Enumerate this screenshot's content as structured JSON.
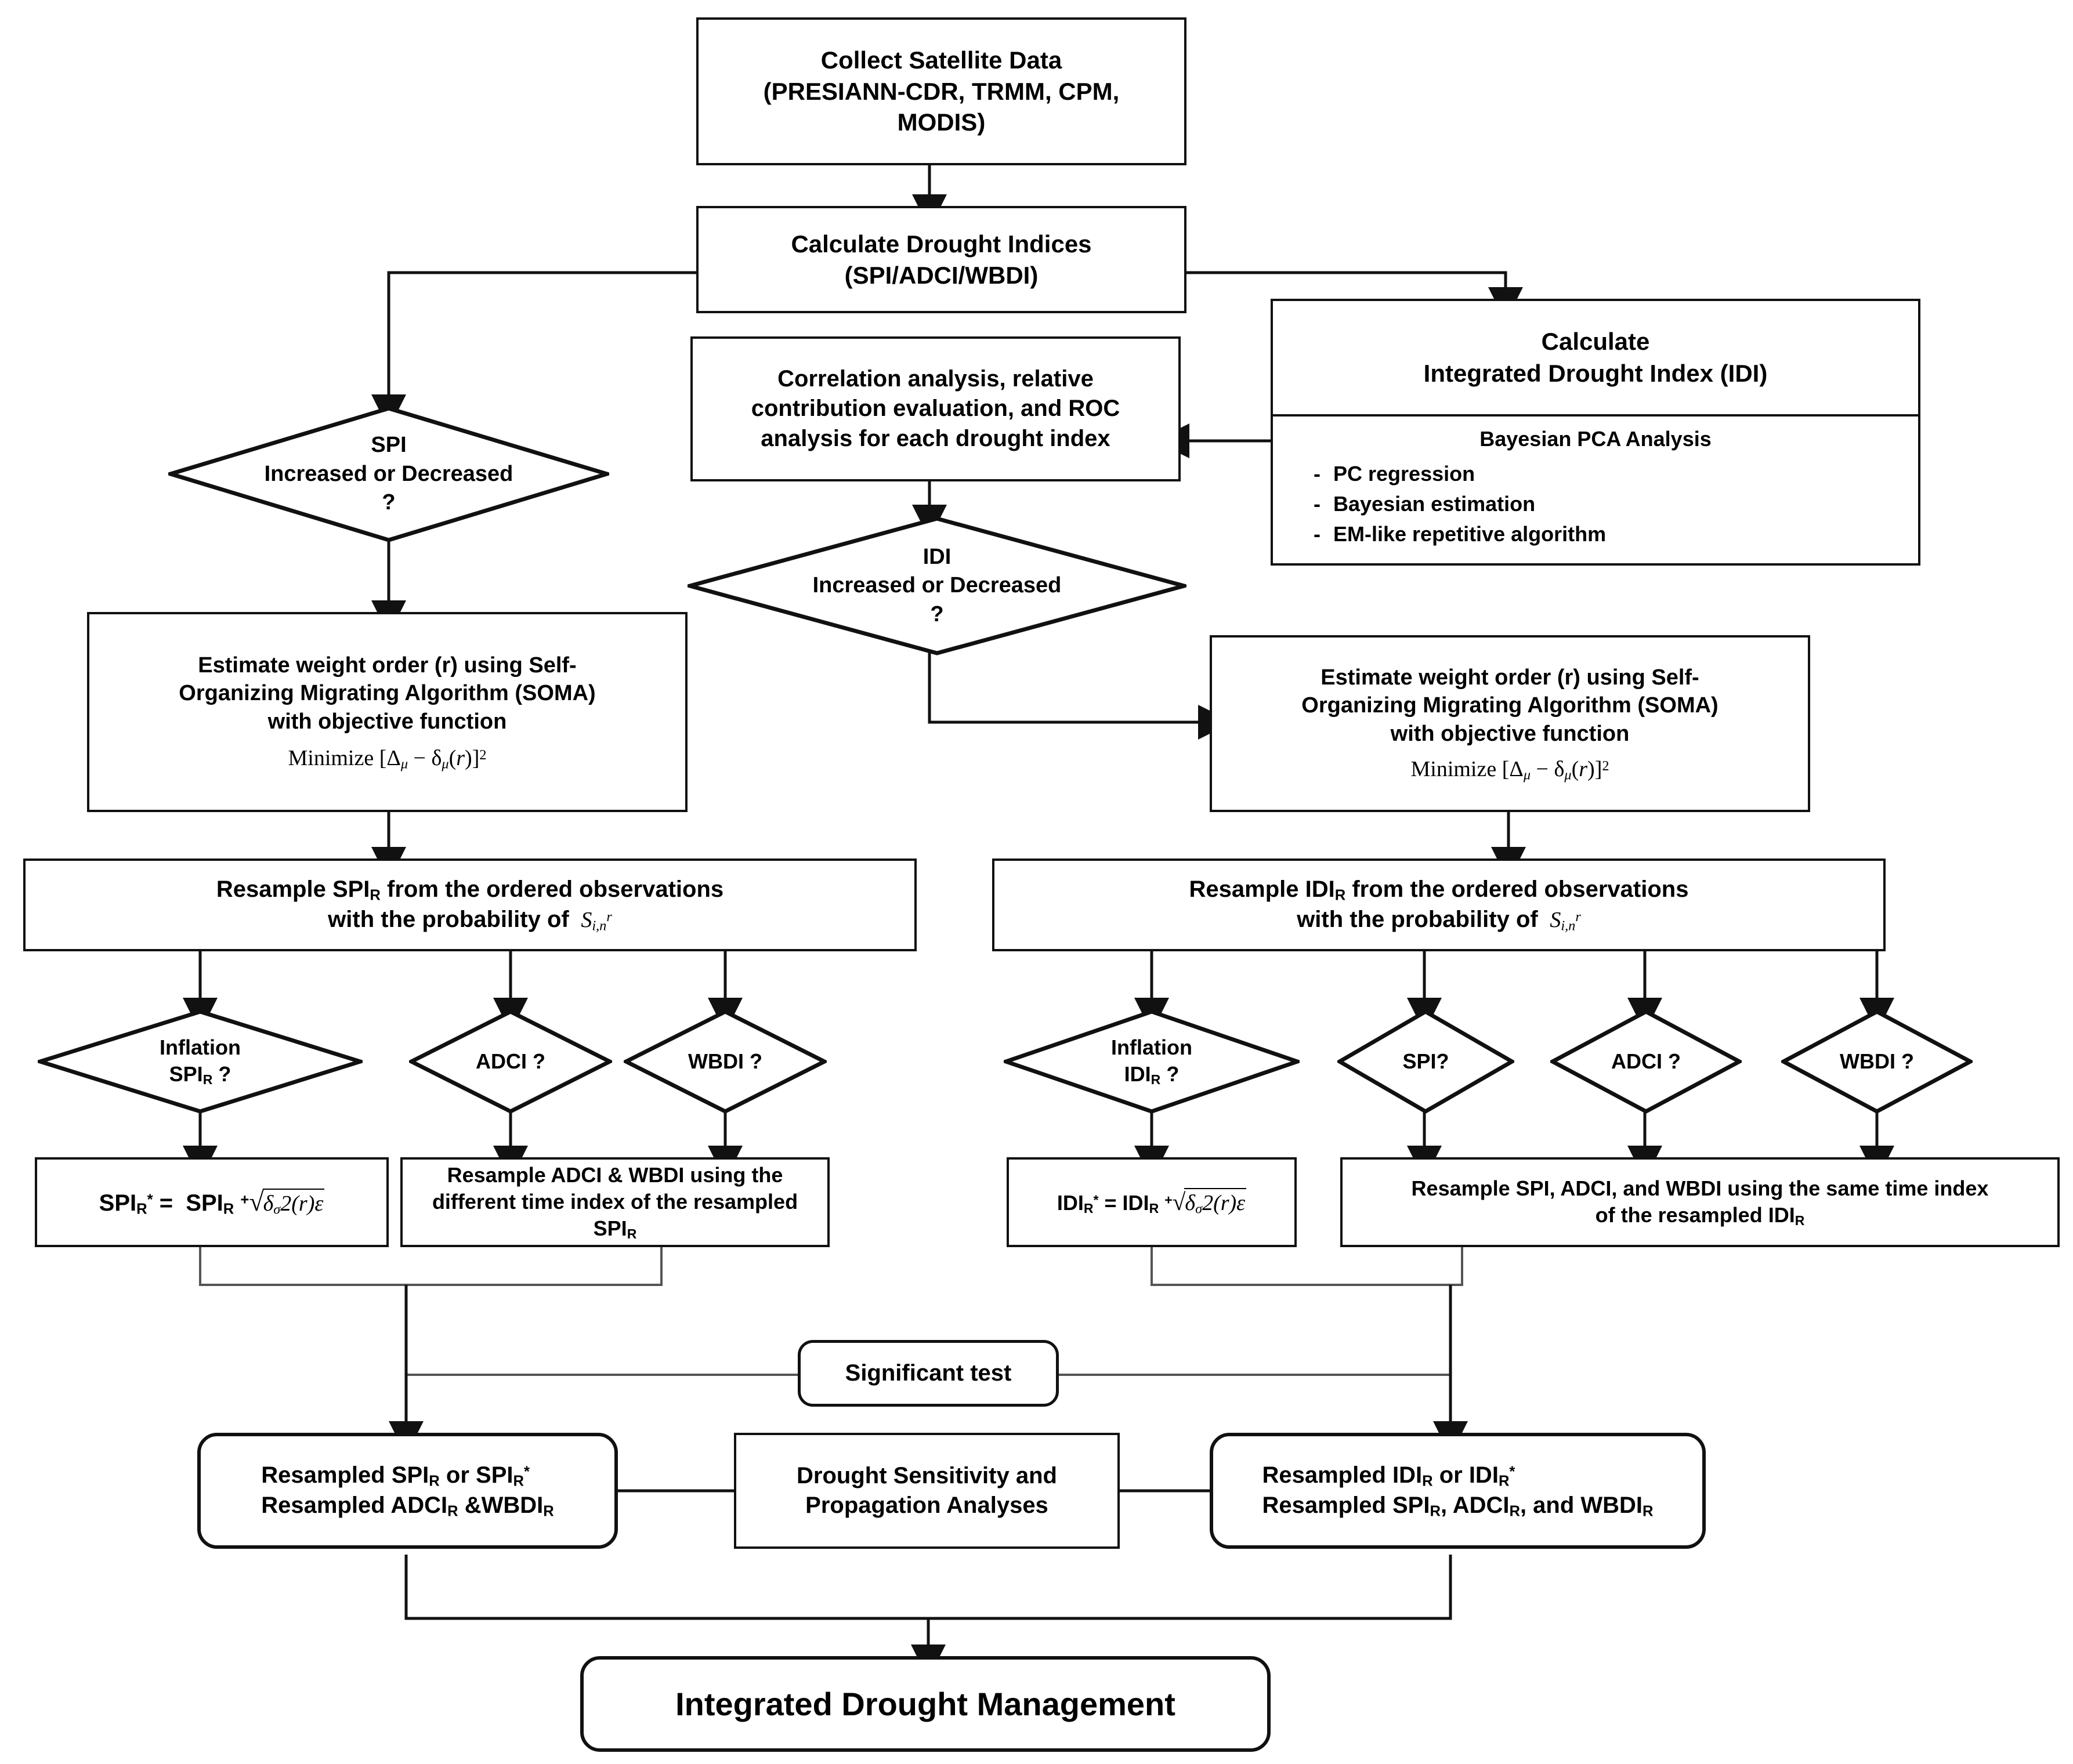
{
  "diagram": {
    "title": "Integrated drought analysis workflow",
    "line_color": "#111111",
    "bg_color": "#ffffff"
  },
  "nodes": {
    "collect": {
      "line1": "Collect Satellite Data",
      "line2": "(PRESIANN-CDR, TRMM, CPM,",
      "line3": "MODIS)"
    },
    "calc_indices": {
      "line1": "Calculate Drought Indices",
      "line2": "(SPI/ADCI/WBDI)"
    },
    "idi_calc": {
      "head1": "Calculate",
      "head2": "Integrated Drought Index (IDI)",
      "body_title": "Bayesian PCA Analysis",
      "bullets": [
        "PC regression",
        "Bayesian estimation",
        "EM-like repetitive algorithm"
      ],
      "bullet_mark": "-"
    },
    "correlation": {
      "line1": "Correlation analysis, relative",
      "line2": "contribution evaluation, and ROC",
      "line3": "analysis for each drought index"
    },
    "spi_decision": {
      "line1": "SPI",
      "line2": "Increased or Decreased",
      "line3": "?"
    },
    "idi_decision": {
      "line1": "IDI",
      "line2": "Increased or Decreased",
      "line3": "?"
    },
    "soma_left": {
      "line1": "Estimate weight order (r) using Self-",
      "line2": "Organizing Migrating Algorithm (SOMA)",
      "line3": "with objective function",
      "equation": "Minimize [Δμ − δμ(r)]²"
    },
    "soma_right": {
      "line1": "Estimate weight order (r) using Self-",
      "line2": "Organizing Migrating Algorithm (SOMA)",
      "line3": "with objective function",
      "equation": "Minimize [Δμ − δμ(r)]²"
    },
    "resample_spi": {
      "line1_a": "Resample SPI",
      "line1_sub": "R",
      "line1_b": " from the ordered observations",
      "line2": "with the probability of",
      "symbol": "S(i,n)^r"
    },
    "resample_idi": {
      "line1_a": "Resample IDI",
      "line1_sub": "R",
      "line1_b": " from the ordered observations",
      "line2": "with the probability of",
      "symbol": "S(i,n)^r"
    },
    "d_inflation_spi": {
      "line1": "Inflation",
      "line2_a": "SPI",
      "line2_sub": "R",
      "line2_b": " ?"
    },
    "d_adci_left": {
      "label": "ADCI ?"
    },
    "d_wbdi_left": {
      "label": "WBDI ?"
    },
    "d_inflation_idi": {
      "line1": "Inflation",
      "line2_a": "IDI",
      "line2_sub": "R",
      "line2_b": " ?"
    },
    "d_spi_right": {
      "label": "SPI?"
    },
    "d_adci_right": {
      "label": "ADCI ?"
    },
    "d_wbdi_right": {
      "label": "WBDI ?"
    },
    "spi_star": {
      "lhs_a": "SPI",
      "lhs_sub": "R",
      "lhs_star": "*",
      "eq": "=",
      "rhs_a": "SPI",
      "rhs_sub": "R",
      "plus": "+",
      "radicand": "δσ²(r)ε"
    },
    "idi_star": {
      "lhs_a": "IDI",
      "lhs_sub": "R",
      "lhs_star": "*",
      "eq": "=",
      "rhs_a": "IDI",
      "rhs_sub": "R",
      "plus": "+",
      "radicand": "δσ²(r)ε"
    },
    "resample_adci_wbdi": {
      "line1": "Resample ADCI & WBDI using the",
      "line2_a": "different time index of the resampled SPI",
      "line2_sub": "R"
    },
    "resample_same_index": {
      "line1": "Resample SPI, ADCI, and WBDI using the same time index",
      "line2_a": "of the resampled IDI",
      "line2_sub": "R"
    },
    "significant_test": {
      "label": "Significant test"
    },
    "resampled_spi_group": {
      "line1_a": "Resampled SPI",
      "line1_sub1": "R",
      "line1_mid": " or SPI",
      "line1_sub2": "R",
      "line1_star": "*",
      "line2_a": "Resampled ADCI",
      "line2_sub1": "R",
      "line2_mid": " &WBDI",
      "line2_sub2": "R"
    },
    "sensitivity": {
      "line1": "Drought Sensitivity and",
      "line2": "Propagation Analyses"
    },
    "resampled_idi_group": {
      "line1_a": "Resampled IDI",
      "line1_sub1": "R",
      "line1_mid": " or IDI",
      "line1_sub2": "R",
      "line1_star": "*",
      "line2_a": "Resampled SPI",
      "line2_sub1": "R",
      "line2_mid": ", ADCI",
      "line2_sub2": "R",
      "line2_end": ", and WBDI",
      "line2_sub3": "R"
    },
    "final": {
      "label": "Integrated Drought Management"
    }
  }
}
